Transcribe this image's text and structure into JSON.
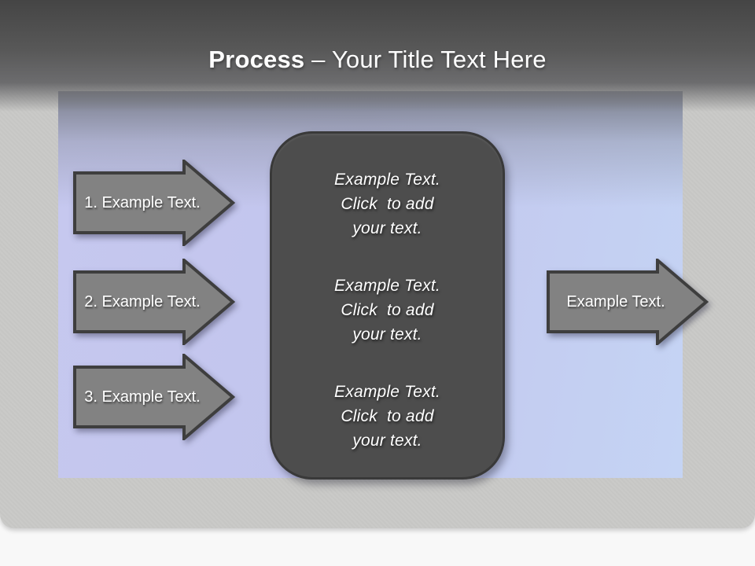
{
  "title": {
    "bold": "Process",
    "rest": "– Your Title Text Here"
  },
  "steps": [
    {
      "label": "1. Example Text."
    },
    {
      "label": "2. Example Text."
    },
    {
      "label": "3. Example Text."
    }
  ],
  "output_arrow": {
    "label": "Example Text."
  },
  "text_box": {
    "paragraphs": [
      "Example Text.\nClick  to add\nyour text.",
      "Example Text.\nClick  to add\nyour text.",
      "Example Text.\nClick  to add\nyour text."
    ]
  },
  "colors": {
    "header_top": "#454545",
    "header_bottom": "#6c6c6e",
    "slide_background": "#c9c9c7",
    "panel_left": "#c6c8ef",
    "panel_right": "#c5d4f4",
    "arrow_fill": "#828282",
    "arrow_border": "#3e3e3e",
    "box_fill": "#4d4d4d",
    "box_border": "#393939",
    "text": "#ffffff"
  }
}
